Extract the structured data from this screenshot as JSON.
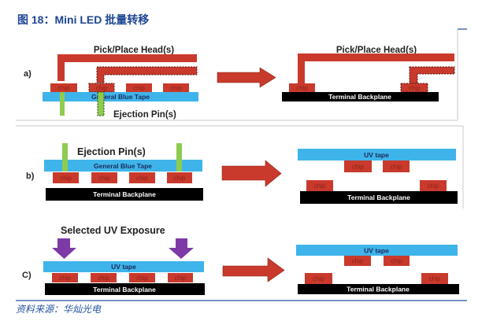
{
  "figure": {
    "title": "图 18：Mini LED 批量转移",
    "source": "资料来源：华灿光电"
  },
  "colors": {
    "title_blue": "#1c4593",
    "source_blue": "#2455a4",
    "rule_blue": "#4a6fb5",
    "frame_gray": "#c8c8c8",
    "head_red": "#c93a2c",
    "chip_red": "#c93a2c",
    "chip_text": "#8a2218",
    "tape_blue": "#3fb4ea",
    "tape_text": "#1b2a5c",
    "pin_green": "#8dcc4e",
    "backplane_black": "#000000",
    "backplane_text": "#ffffff",
    "arrow_red": "#c93a2c",
    "uv_purple": "#7d3aa6",
    "caption_text": "#222222"
  },
  "labels": {
    "chip": "chip",
    "pick_place_head": "Pick/Place Head(s)",
    "ejection_pins": "Ejection Pin(s)",
    "general_blue_tape": "General Blue Tape",
    "terminal_backplane": "Terminal Backplane",
    "uv_tape": "UV tape",
    "selected_uv_exposure": "Selected UV Exposure"
  },
  "panels": [
    {
      "id": "a",
      "label": "a)"
    },
    {
      "id": "b",
      "label": "b)"
    },
    {
      "id": "c",
      "label": "C)"
    }
  ]
}
